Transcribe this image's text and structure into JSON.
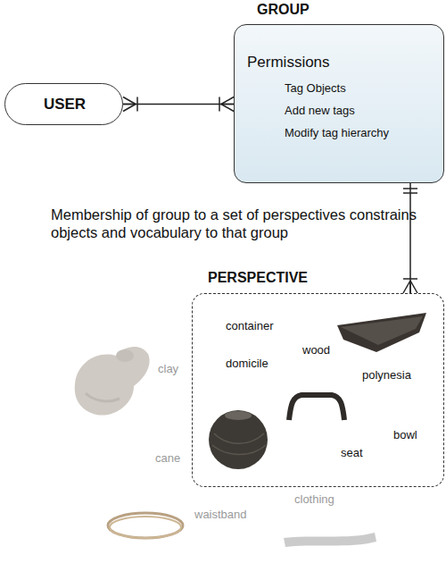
{
  "diagram": {
    "nodes": [
      {
        "text": [
          "USER"
        ]
      },
      {
        "text": [
          "GROUP",
          "Permissions",
          "Tag Objects",
          "Add new tags",
          "Modify tag hierarchy"
        ]
      },
      {
        "text": [
          "PERSPECTIVE",
          "container",
          "wood",
          "domicile",
          "polynesia",
          "bowl",
          "seat"
        ]
      }
    ],
    "edges": [
      {
        "from": 0,
        "to": 1,
        "arrow": "both"
      },
      {
        "from": 1,
        "to": 2,
        "arrow": "to"
      }
    ],
    "labels": [
      "Membership of group to a set of perspectives constrains objects and vocabulary to that group",
      "clay",
      "cane",
      "waistband",
      "clothing"
    ]
  }
}
